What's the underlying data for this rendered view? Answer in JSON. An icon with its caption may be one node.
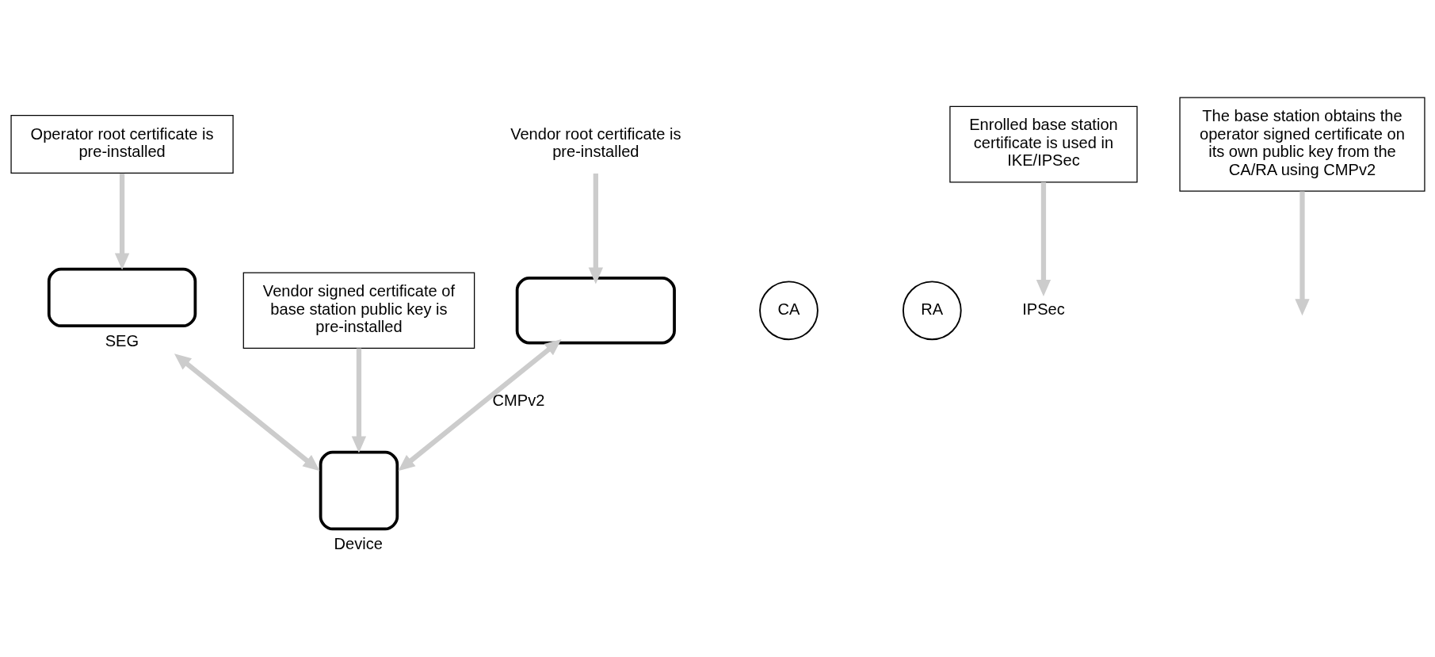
{
  "diagram": {
    "nodes": [
      {
        "text": [],
        "shape": "box"
      },
      {
        "text": [
          "CA"
        ]
      },
      {
        "text": [
          "RA"
        ]
      },
      {
        "text": [
          "Vendor root certificate is pre-installed"
        ]
      },
      {
        "text": [],
        "shape": "box",
        "beside": [
          "SEG"
        ]
      },
      {
        "text": [
          "Operator root certificate is pre-installed"
        ]
      },
      {
        "text": [
          "IPSec"
        ]
      },
      {
        "text": [
          "Enrolled base station certificate is used in IKE/IPSec"
        ]
      },
      {
        "text": [
          "The base station obtains the operator signed certificate on its own public key from the CA/RA using CMPv2"
        ]
      },
      {
        "text": [
          "Vendor signed certificate of base station public key is pre-installed"
        ]
      },
      {
        "text": [],
        "shape": "box",
        "beside": [
          "Device"
        ]
      }
    ],
    "edges": [
      {
        "from": 3,
        "to": 0,
        "arrow": "to"
      },
      {
        "from": 5,
        "to": 4,
        "arrow": "to"
      },
      {
        "from": 0,
        "to": 10,
        "arrow": "both",
        "label": "CMPv2"
      },
      {
        "from": 8,
        "to": null,
        "arrow": "to"
      },
      {
        "from": 4,
        "to": 10,
        "arrow": "both"
      },
      {
        "from": 7,
        "to": 6,
        "arrow": "to"
      },
      {
        "from": 9,
        "to": 10,
        "arrow": "to"
      }
    ]
  }
}
